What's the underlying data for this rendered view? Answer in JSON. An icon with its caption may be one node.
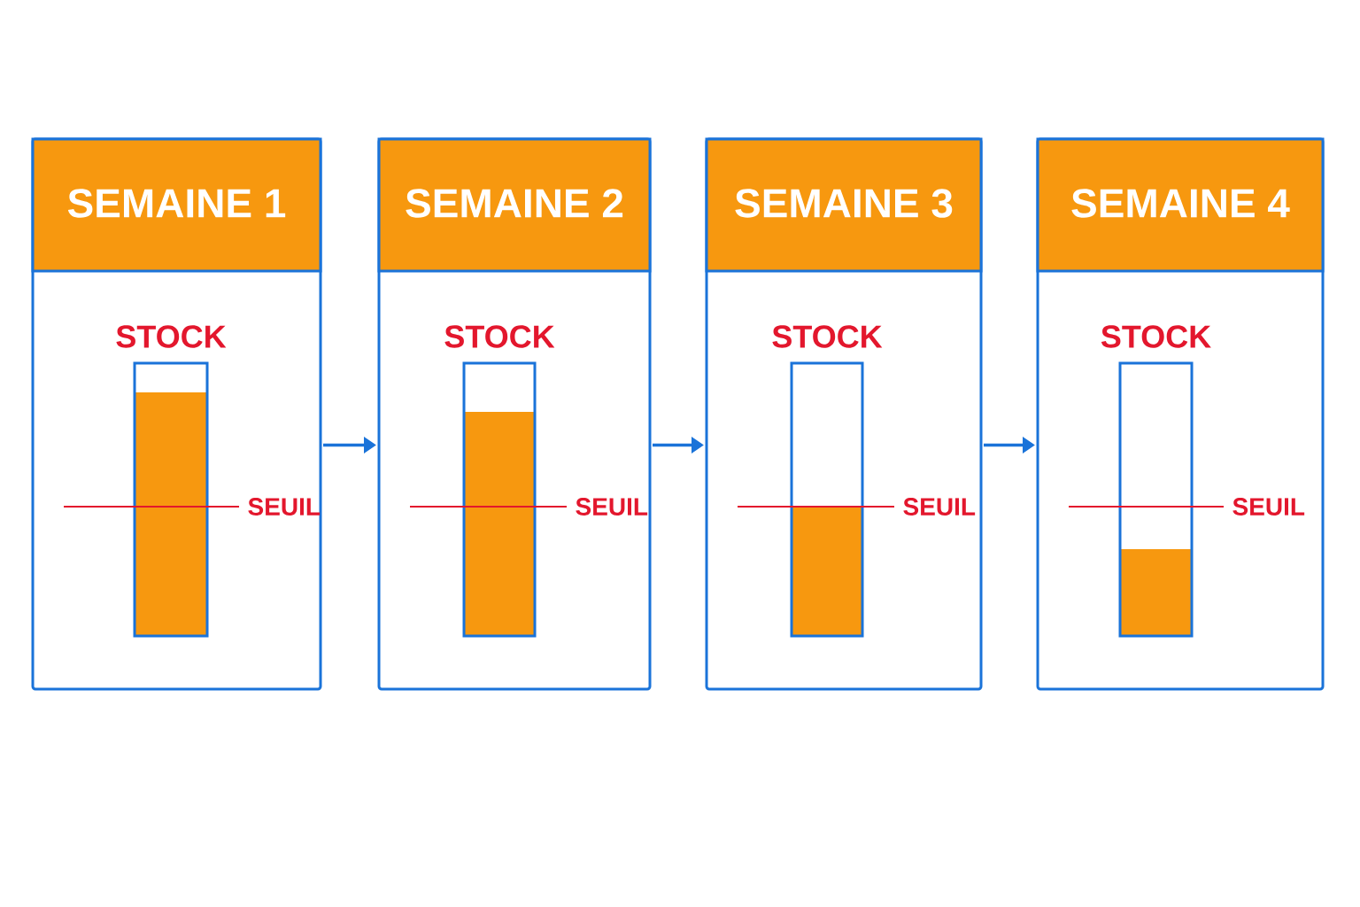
{
  "diagram": {
    "nodes": [
      {
        "text": [
          "SEMAINE 1",
          "STOCK",
          "SEUIL"
        ]
      },
      {
        "text": [
          "SEMAINE 2",
          "STOCK",
          "SEUIL"
        ]
      },
      {
        "text": [
          "SEMAINE 3",
          "STOCK",
          "SEUIL"
        ]
      },
      {
        "text": [
          "SEMAINE 4",
          "STOCK",
          "SEUIL"
        ]
      }
    ],
    "edges": [
      {
        "from": 0,
        "to": 1,
        "arrow": "to"
      },
      {
        "from": 1,
        "to": 2,
        "arrow": "to"
      },
      {
        "from": 2,
        "to": 3,
        "arrow": "to"
      }
    ]
  }
}
